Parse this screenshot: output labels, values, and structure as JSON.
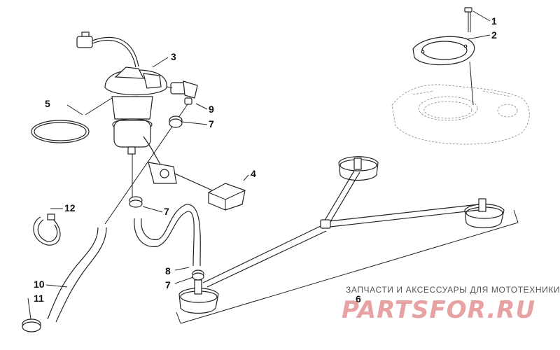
{
  "callouts": [
    {
      "id": "1",
      "text": "1"
    },
    {
      "id": "2",
      "text": "2"
    },
    {
      "id": "3",
      "text": "3"
    },
    {
      "id": "4",
      "text": "4"
    },
    {
      "id": "5",
      "text": "5"
    },
    {
      "id": "6",
      "text": "6"
    },
    {
      "id": "7a",
      "text": "7"
    },
    {
      "id": "7b",
      "text": "7"
    },
    {
      "id": "7c",
      "text": "7"
    },
    {
      "id": "8",
      "text": "8"
    },
    {
      "id": "9",
      "text": "9"
    },
    {
      "id": "10",
      "text": "10"
    },
    {
      "id": "11",
      "text": "11"
    },
    {
      "id": "12",
      "text": "12"
    }
  ],
  "watermark": {
    "tagline": "ЗАПЧАСТИ И АКСЕССУАРЫ ДЛЯ МОТОТЕХНИКИ",
    "brand": "PARTSFOR.RU"
  }
}
